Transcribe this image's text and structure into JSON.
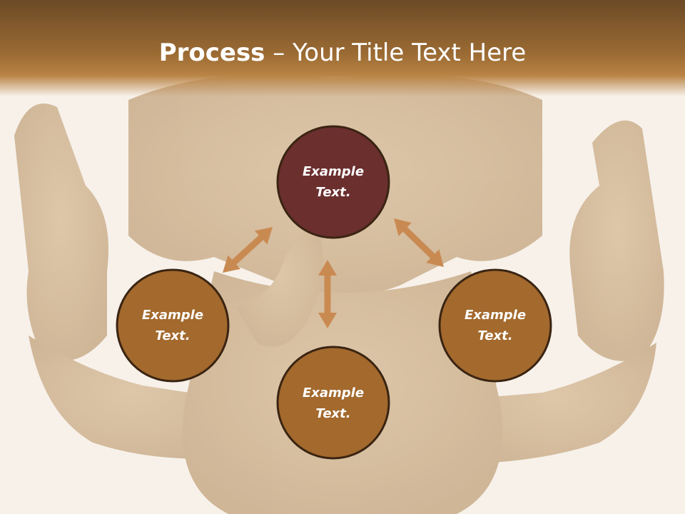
{
  "header": {
    "title_bold": "Process",
    "title_rest": " – Your Title Text Here"
  },
  "diagram": {
    "center": {
      "line1": "Example",
      "line2": "Text."
    },
    "left": {
      "line1": "Example",
      "line2": "Text."
    },
    "right": {
      "line1": "Example",
      "line2": "Text."
    },
    "bottom": {
      "line1": "Example",
      "line2": "Text."
    }
  },
  "colors": {
    "center_fill": "#6b2f2e",
    "node_fill": "#a3692d",
    "node_stroke": "#3a2412",
    "arrow": "#c98a52",
    "header": "#9a6a33"
  }
}
